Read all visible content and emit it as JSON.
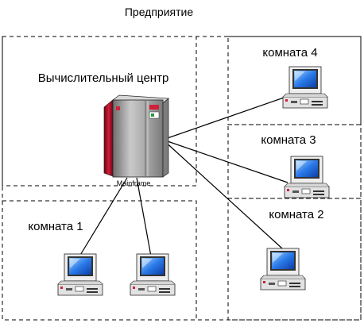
{
  "diagram": {
    "title": "Предприятие",
    "zones": {
      "computing_center": "Вычислительный центр",
      "room1": "комната 1",
      "room2": "комната 2",
      "room3": "комната 3",
      "room4": "комната 4"
    },
    "mainframe_label": "Mainframe",
    "colors": {
      "dash": "#000000",
      "line": "#000000",
      "server_body": "#9a9a9a",
      "server_accent": "#b0102a",
      "pc_body": "#e6e6e6",
      "screen": "#1e66d8"
    },
    "icons": {
      "server": "mainframe-server-icon",
      "workstation": "desktop-computer-icon"
    }
  }
}
